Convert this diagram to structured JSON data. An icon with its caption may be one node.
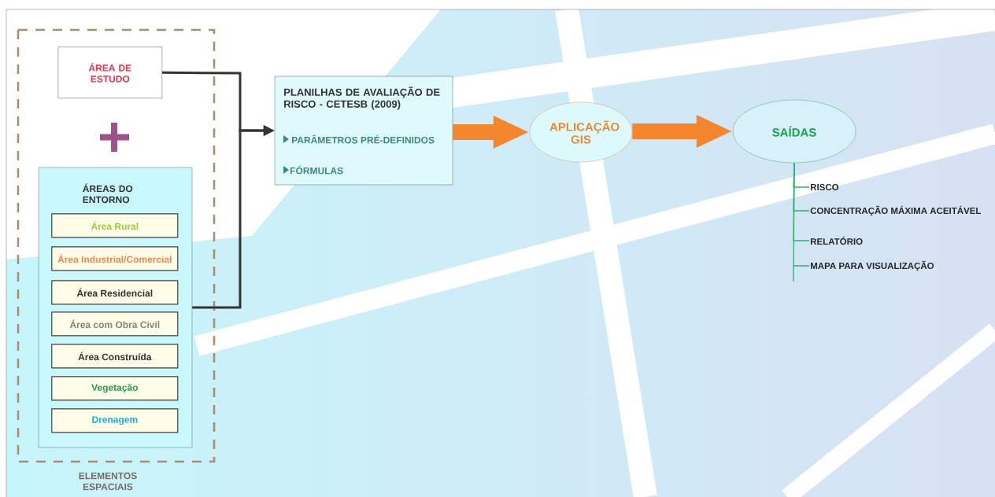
{
  "diagram": {
    "nodes": [
      {
        "text": [
          "ELEMENTOS ESPACIAIS"
        ]
      },
      {
        "text": [
          "ÁREA DE ESTUDO"
        ],
        "in": 0
      },
      {
        "text": [
          "ÁREAS DO ENTORNO"
        ],
        "in": 0
      },
      {
        "text": [
          "Área Rural"
        ],
        "in": 2
      },
      {
        "text": [
          "Área Industrial/Comercial"
        ],
        "in": 2
      },
      {
        "text": [
          "Área Residencial"
        ],
        "in": 2
      },
      {
        "text": [
          "Área com Obra Civil"
        ],
        "in": 2
      },
      {
        "text": [
          "Área Construída"
        ],
        "in": 2
      },
      {
        "text": [
          "Vegetação"
        ],
        "in": 2
      },
      {
        "text": [
          "Drenagem"
        ],
        "in": 2
      },
      {
        "text": [
          "PLANILHAS DE AVALIAÇÃO DE RISCO - CETESB (2009)",
          "PARÂMETROS PRÉ-DEFINIDOS",
          "FÓRMULAS"
        ]
      },
      {
        "text": [
          "APLICAÇÃO GIS"
        ]
      },
      {
        "text": [
          "SAÍDAS"
        ]
      },
      {
        "text": [
          "RISCO"
        ]
      },
      {
        "text": [
          "CONCENTRAÇÃO MÁXIMA ACEITÁVEL"
        ]
      },
      {
        "text": [
          "RELATÓRIO"
        ]
      },
      {
        "text": [
          "MAPA PARA VISUALIZAÇÃO"
        ]
      }
    ],
    "edges": [
      {
        "from": 1,
        "to": 10,
        "arrow": "to",
        "color": "#333333"
      },
      {
        "from": 2,
        "to": 10,
        "arrow": "to",
        "color": "#333333"
      },
      {
        "from": 10,
        "to": 11,
        "arrow": "to",
        "style": "thick",
        "color": "#f5862e"
      },
      {
        "from": 11,
        "to": 12,
        "arrow": "to",
        "style": "thick",
        "color": "#f5862e"
      },
      {
        "from": 12,
        "to": 13,
        "arrow": "none",
        "color": "#2db36b"
      },
      {
        "from": 12,
        "to": 14,
        "arrow": "none",
        "color": "#2db36b"
      },
      {
        "from": 12,
        "to": 15,
        "arrow": "none",
        "color": "#2db36b"
      },
      {
        "from": 12,
        "to": 16,
        "arrow": "none",
        "color": "#2db36b"
      }
    ]
  }
}
